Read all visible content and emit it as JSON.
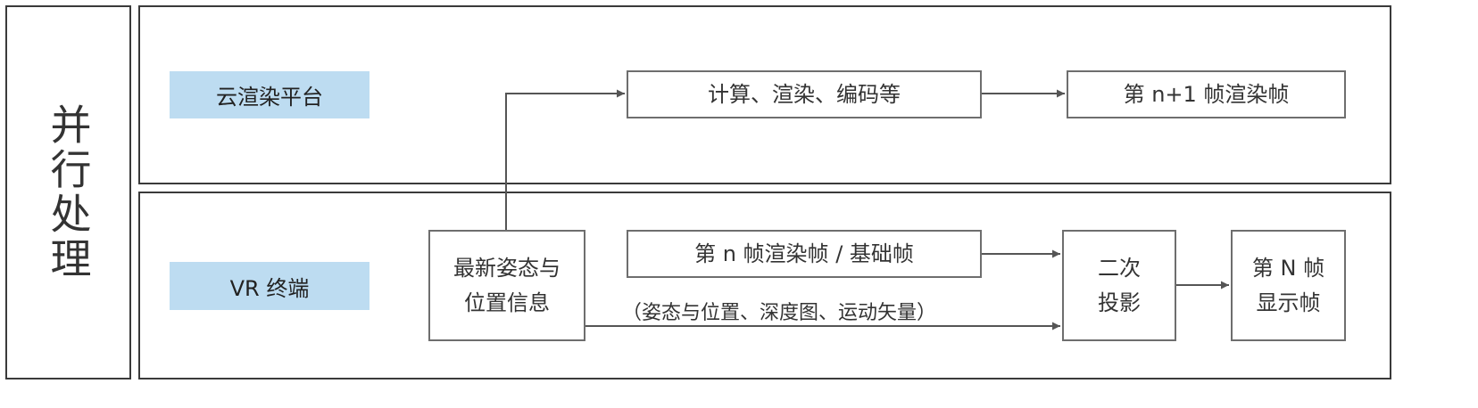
{
  "left_label": "并行处理",
  "lanes": {
    "cloud": {
      "label": "云渲染平台"
    },
    "vr": {
      "label": "VR 终端"
    }
  },
  "nodes": {
    "compute": "计算、渲染、编码等",
    "frame_n1": "第 n+1 帧渲染帧",
    "pose": "最新姿态与\n位置信息",
    "frame_n": "第 n 帧渲染帧 / 基础帧",
    "reproject": "二次\n投影",
    "display": "第 N 帧\n显示帧"
  },
  "edge_labels": {
    "pose_info": "（姿态与位置、深度图、运动矢量）"
  },
  "colors": {
    "lane_tag_bg": "#bddcf1",
    "frame_border": "#3a3a3a",
    "box_border": "#6e6e6e",
    "arrow": "#555555"
  }
}
